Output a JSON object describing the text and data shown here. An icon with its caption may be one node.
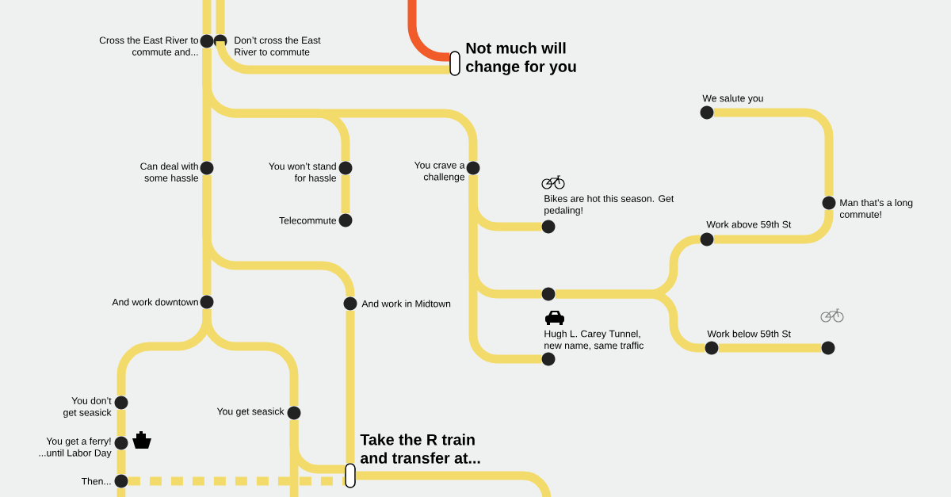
{
  "diagram": {
    "nodes": [
      {
        "text": [
          "Cross the East River to commute and..."
        ]
      },
      {
        "text": [
          "Don’t cross the East River to commute"
        ]
      },
      {
        "text": [
          "Not much will change for you"
        ]
      },
      {
        "text": [
          "Can deal with some hassle"
        ]
      },
      {
        "text": [
          "You won’t stand for hassle"
        ]
      },
      {
        "text": [
          "Telecommute"
        ]
      },
      {
        "text": [
          "You crave a challenge"
        ]
      },
      {
        "text": [
          "Bikes are hot this season. Get pedaling!"
        ]
      },
      {
        "text": [],
        "shape": "circle"
      },
      {
        "text": [
          "Hugh L. Carey Tunnel, new name, same traffic"
        ]
      },
      {
        "text": [
          "We salute you"
        ]
      },
      {
        "text": [
          "Man that’s a long commute!"
        ]
      },
      {
        "text": [
          "Work above 59th St"
        ]
      },
      {
        "text": [
          "Work below 59th St"
        ]
      },
      {
        "text": [],
        "shape": "circle"
      },
      {
        "text": [
          "And work downtown"
        ]
      },
      {
        "text": [
          "And work in Midtown"
        ]
      },
      {
        "text": [
          "You don’t get seasick"
        ]
      },
      {
        "text": [
          "You get a ferry! ...until Labor Day"
        ]
      },
      {
        "text": [
          "Then..."
        ]
      },
      {
        "text": [
          "You get seasick"
        ]
      },
      {
        "text": [
          "Take the R train and transfer at..."
        ]
      }
    ],
    "edges": [
      {
        "from": null,
        "to": 0,
        "arrow": "none"
      },
      {
        "from": null,
        "to": 1,
        "arrow": "none"
      },
      {
        "from": null,
        "to": 2,
        "arrow": "none",
        "color": "#f15a29"
      },
      {
        "from": 1,
        "to": 2,
        "arrow": "none"
      },
      {
        "from": 0,
        "to": 3,
        "arrow": "none"
      },
      {
        "from": 0,
        "to": 4,
        "arrow": "none"
      },
      {
        "from": 0,
        "to": 6,
        "arrow": "none"
      },
      {
        "from": 4,
        "to": 5,
        "arrow": "none"
      },
      {
        "from": 6,
        "to": 7,
        "arrow": "none"
      },
      {
        "from": 6,
        "to": 8,
        "arrow": "none"
      },
      {
        "from": 6,
        "to": 9,
        "arrow": "none"
      },
      {
        "from": 8,
        "to": 12,
        "arrow": "none"
      },
      {
        "from": 8,
        "to": 13,
        "arrow": "none"
      },
      {
        "from": 12,
        "to": 11,
        "arrow": "none"
      },
      {
        "from": 11,
        "to": 10,
        "arrow": "none"
      },
      {
        "from": 13,
        "to": 14,
        "arrow": "none"
      },
      {
        "from": 3,
        "to": 15,
        "arrow": "none"
      },
      {
        "from": 3,
        "to": 16,
        "arrow": "none"
      },
      {
        "from": 15,
        "to": 17,
        "arrow": "none"
      },
      {
        "from": 15,
        "to": 20,
        "arrow": "none"
      },
      {
        "from": 17,
        "to": 18,
        "arrow": "none"
      },
      {
        "from": 18,
        "to": 19,
        "arrow": "none"
      },
      {
        "from": 19,
        "to": null,
        "arrow": "none"
      },
      {
        "from": 20,
        "to": 21,
        "arrow": "none"
      },
      {
        "from": 20,
        "to": null,
        "arrow": "none"
      },
      {
        "from": 19,
        "to": 21,
        "arrow": "none",
        "style": "dashed"
      },
      {
        "from": 16,
        "to": 21,
        "arrow": "none"
      },
      {
        "from": 21,
        "to": null,
        "arrow": "none"
      }
    ]
  }
}
